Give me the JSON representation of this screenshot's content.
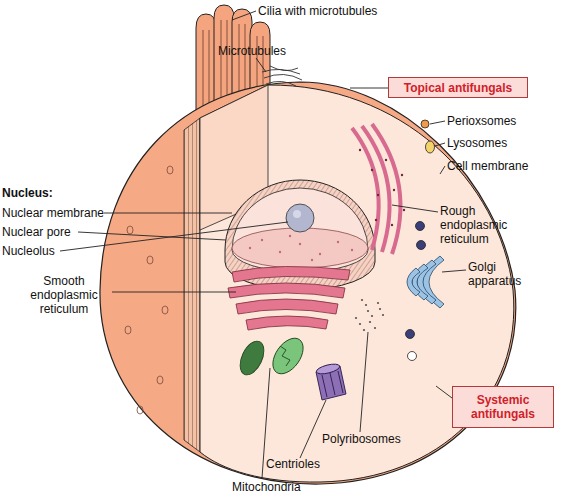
{
  "diagram": {
    "nodes": [
      {
        "text": [
          "Topical antifungals"
        ]
      },
      {
        "text": [
          "Systemic antifungals"
        ]
      }
    ],
    "labels": [
      "Cilia with microtubules",
      "Microtubules",
      "Perioxsomes",
      "Lysosomes",
      "Cell membrane",
      "Nucleus:",
      "Nuclear membrane",
      "Nuclear pore",
      "Nucleolus",
      "Rough endoplasmic reticulum",
      "Golgi apparatus",
      "Smooth endoplasmic reticulum",
      "Polyribosomes",
      "Centrioles",
      "Mitochondria"
    ]
  }
}
